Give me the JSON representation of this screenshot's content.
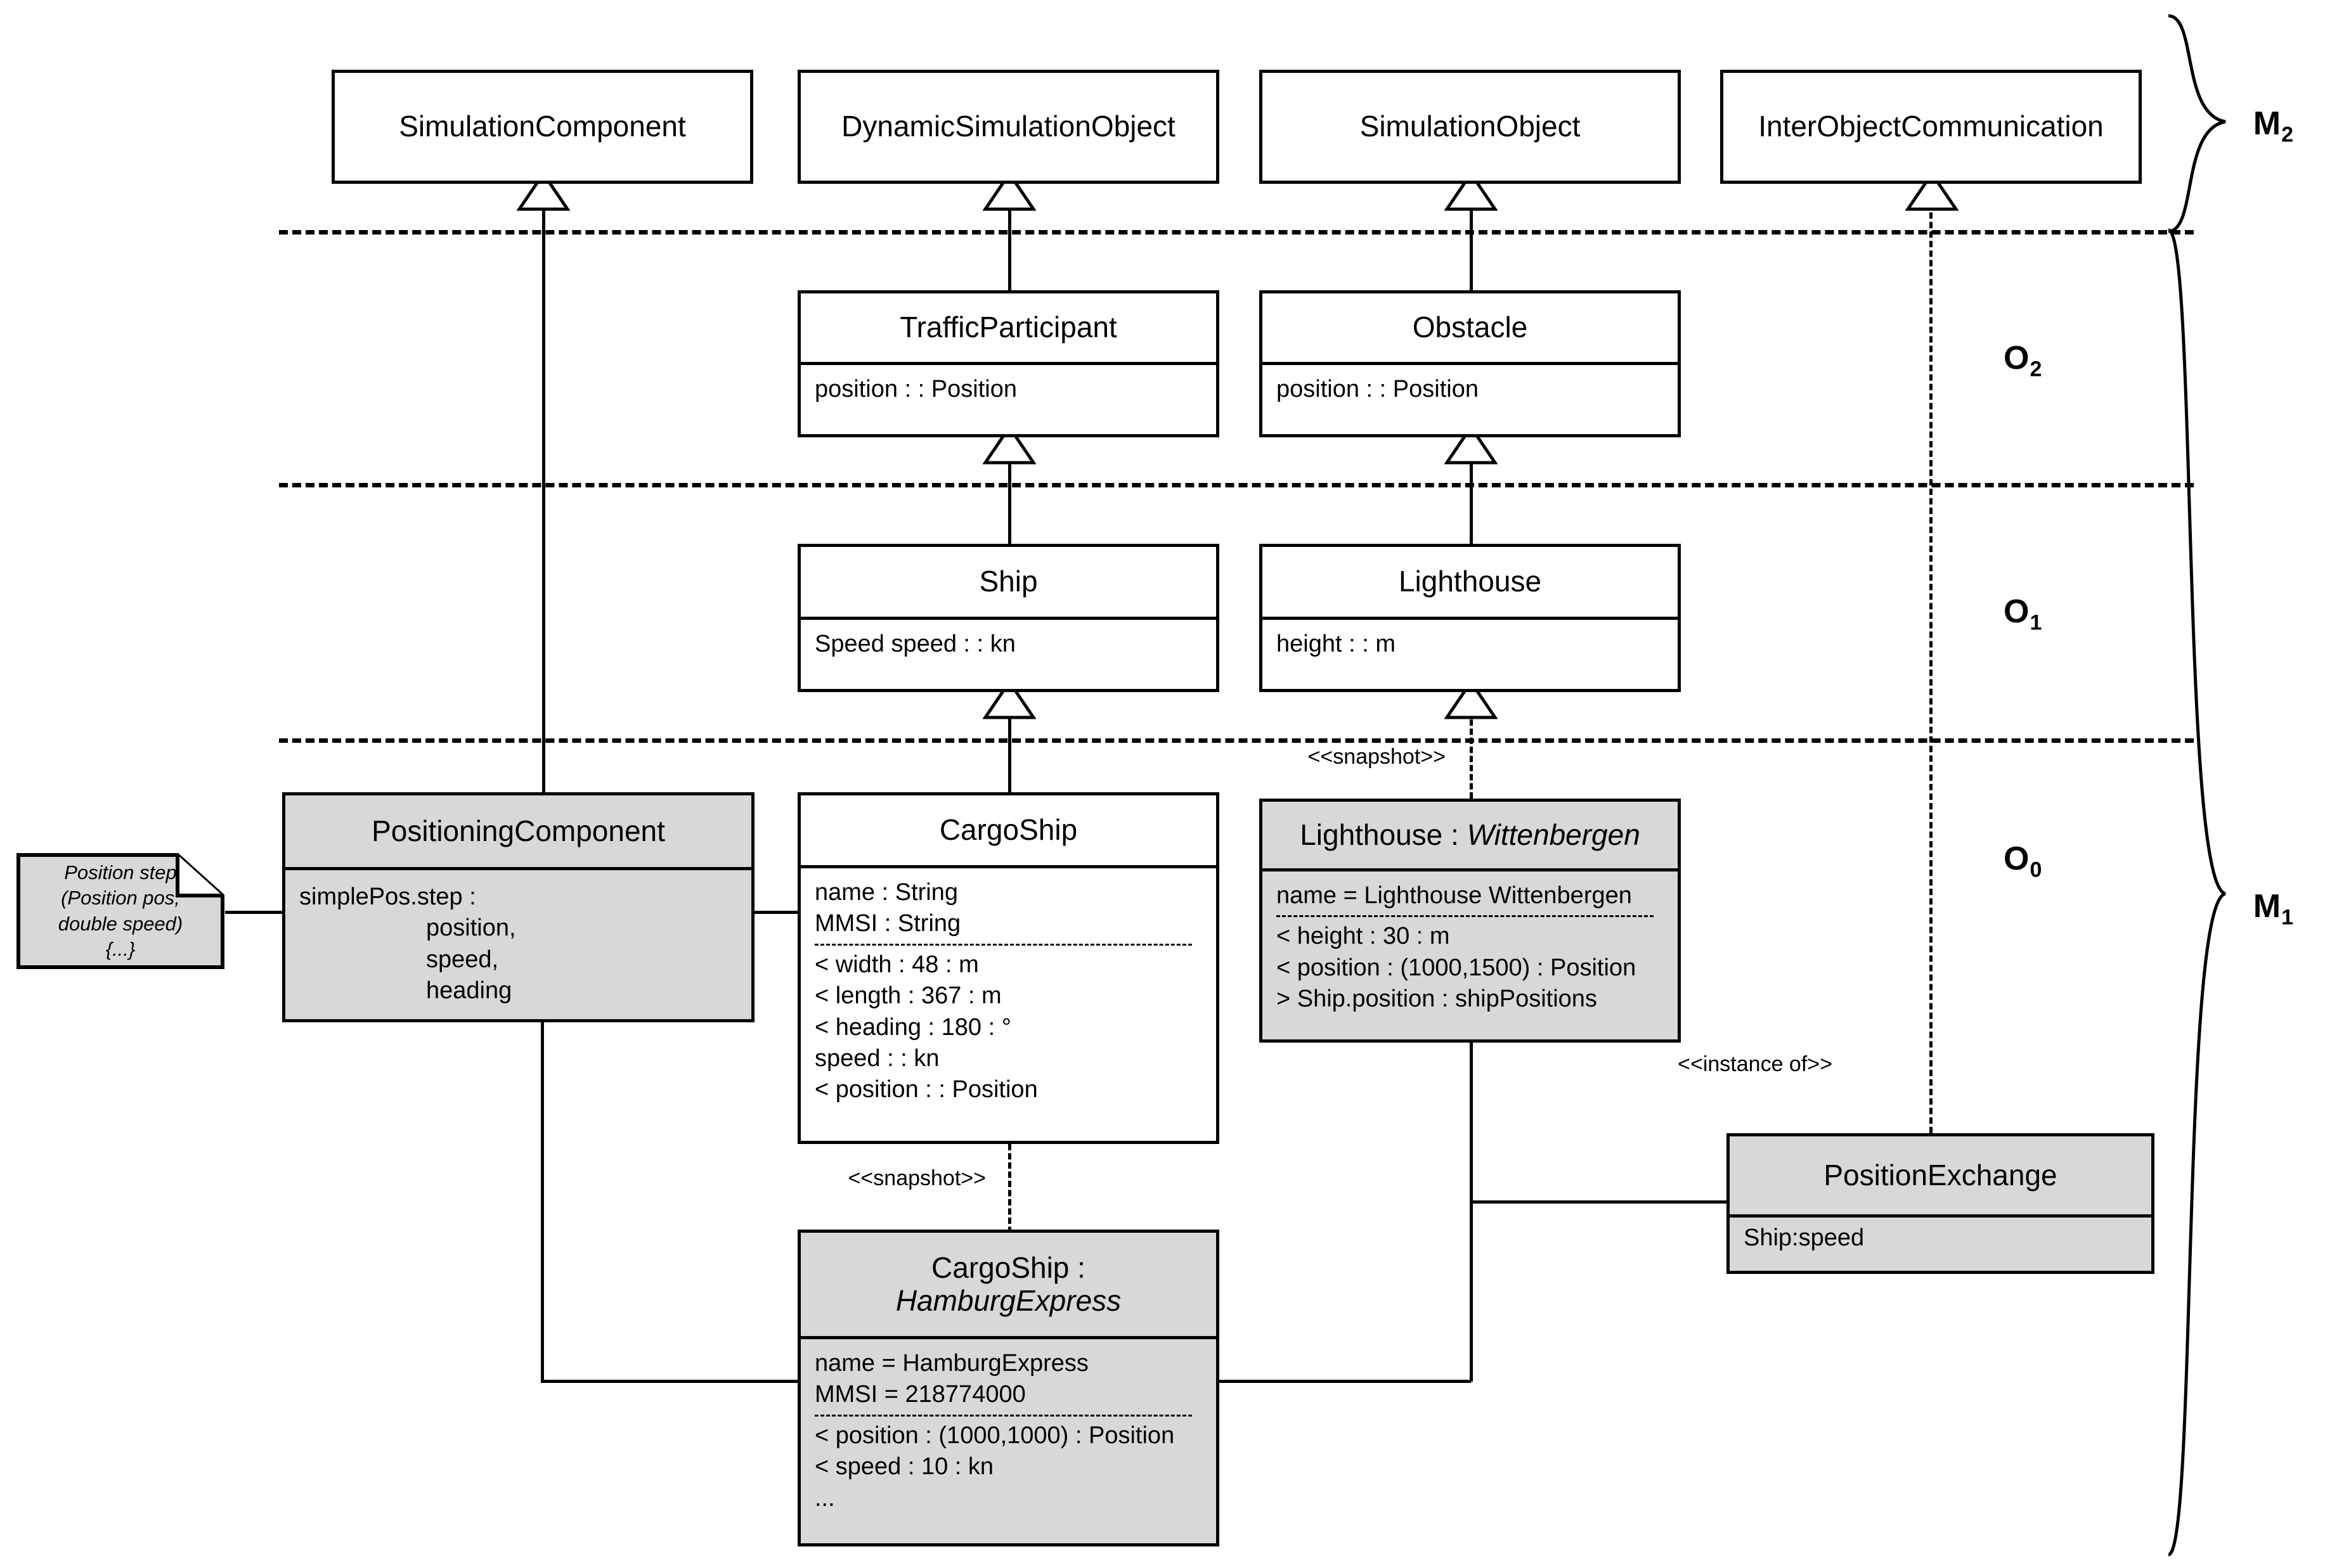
{
  "diagram": {
    "title": "Multi-level simulation model (M2/M1 with O2/O1/O0 object levels)",
    "colors": {
      "instance_fill": "#d8d8d8",
      "class_fill": "#ffffff",
      "stroke": "#000000"
    }
  },
  "levels": [
    {
      "id": "M2",
      "label": "M",
      "sub": "2"
    },
    {
      "id": "O2",
      "label": "O",
      "sub": "2"
    },
    {
      "id": "O1",
      "label": "O",
      "sub": "1"
    },
    {
      "id": "O0",
      "label": "O",
      "sub": "0"
    },
    {
      "id": "M1",
      "label": "M",
      "sub": "1"
    }
  ],
  "m2_classes": [
    {
      "name": "SimulationComponent"
    },
    {
      "name": "DynamicSimulationObject"
    },
    {
      "name": "SimulationObject"
    },
    {
      "name": "InterObjectCommunication"
    }
  ],
  "o2_classes": [
    {
      "name": "TrafficParticipant",
      "attributes": [
        "position : : Position"
      ]
    },
    {
      "name": "Obstacle",
      "attributes": [
        "position : : Position"
      ]
    }
  ],
  "o1_classes": [
    {
      "name": "Ship",
      "attributes": [
        "Speed speed : : kn"
      ]
    },
    {
      "name": "Lighthouse",
      "attributes": [
        "height : : m"
      ]
    }
  ],
  "o0": {
    "positioning_component": {
      "name": "PositioningComponent",
      "body": [
        "simplePos.step :",
        "position,",
        "speed,",
        "heading"
      ]
    },
    "cargo_ship_class": {
      "name": "CargoShip",
      "attributes": [
        "name : String",
        "MMSI : String"
      ],
      "slots": [
        "< width : 48 : m",
        "< length : 367 : m",
        "< heading : 180 : °",
        "speed : : kn",
        "< position : : Position"
      ]
    },
    "lighthouse_instance": {
      "name_prefix": "Lighthouse : ",
      "name_italic": "Wittenbergen",
      "attributes": [
        "name = Lighthouse Wittenbergen"
      ],
      "slots": [
        "< height : 30 : m",
        "< position : (1000,1500) : Position",
        "> Ship.position : shipPositions"
      ]
    },
    "cargo_ship_instance": {
      "name_prefix": "CargoShip :",
      "name_italic": "HamburgExpress",
      "attributes": [
        "name = HamburgExpress",
        "MMSI = 218774000"
      ],
      "slots": [
        "< position : (1000,1000) : Position",
        "< speed : 10 : kn",
        "..."
      ]
    },
    "position_exchange": {
      "name": "PositionExchange",
      "attributes": [
        "Ship:speed"
      ]
    }
  },
  "note": {
    "lines": [
      "Position step",
      "(Position pos,",
      "double speed)",
      "{...}"
    ]
  },
  "stereotypes": {
    "snapshot_lighthouse": "<<snapshot>>",
    "snapshot_cargoship": "<<snapshot>>",
    "instance_of": "<<instance of>>"
  }
}
